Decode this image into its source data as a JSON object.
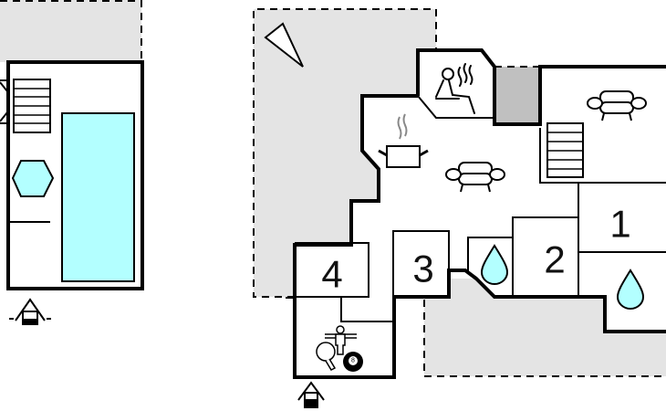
{
  "plan": {
    "title": "Floor plan",
    "colors": {
      "outdoor_area": "#e4e4e4",
      "water": "#b3ffff",
      "shaft": "#c0c0c0",
      "wall": "#000000",
      "steam": "#888888"
    },
    "rooms": [
      {
        "id": "bedroom-1",
        "label": "1"
      },
      {
        "id": "bedroom-2",
        "label": "2"
      },
      {
        "id": "bedroom-3",
        "label": "3"
      },
      {
        "id": "bedroom-4",
        "label": "4"
      }
    ],
    "features": [
      "pool",
      "hot-tub",
      "stairs",
      "sauna",
      "kitchen",
      "living-room",
      "bathroom",
      "game-room",
      "entrance",
      "north-arrow"
    ],
    "eight_ball_label": "8"
  }
}
